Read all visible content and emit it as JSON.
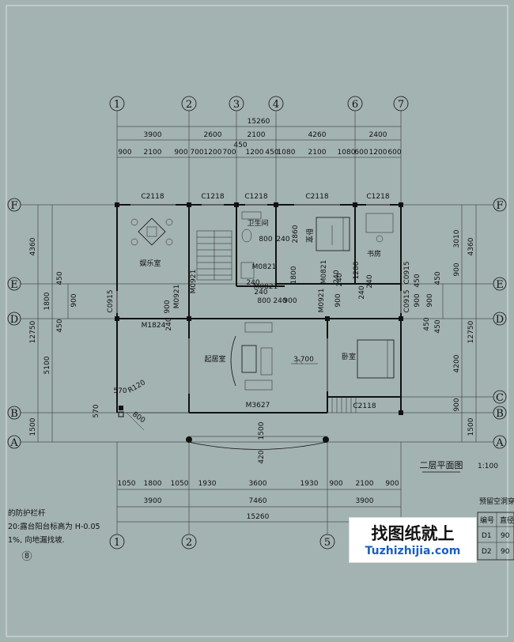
{
  "axes_top": [
    "1",
    "2",
    "3",
    "4",
    "6",
    "7"
  ],
  "axes_bottom": [
    "1",
    "2",
    "5"
  ],
  "axes_left": [
    "F",
    "E",
    "D",
    "C",
    "B",
    "A"
  ],
  "dims_top_total": "15260",
  "dims_top_row2": [
    "3900",
    "2600",
    "2100",
    "4260",
    "2400"
  ],
  "dim_top_450": "450",
  "dims_top_row3": [
    "900",
    "2100",
    "900",
    "700",
    "1200",
    "700",
    "1200",
    "450",
    "1080",
    "2100",
    "1080",
    "600",
    "1200",
    "600"
  ],
  "windows_top": [
    "C2118",
    "C1218",
    "C1218",
    "C2118",
    "C1218"
  ],
  "dims_left_outer": [
    "4360",
    "12750",
    "1500"
  ],
  "dims_left_inner": [
    "450",
    "1800",
    "450",
    "5100"
  ],
  "dims_left_900": "900",
  "dims_right_outer": [
    "4360",
    "12750",
    "1500"
  ],
  "dims_right_inner": [
    "3010",
    "450",
    "900",
    "450",
    "4200",
    "900"
  ],
  "dims_right_900": "900",
  "rooms": {
    "entertainment": "娱乐室",
    "bathroom": "卫生间",
    "bedroom1": "卧室",
    "study": "书房",
    "living": "起居室",
    "bedroom2": "卧室"
  },
  "doors": [
    "M0921",
    "M0821",
    "M0821",
    "M0821",
    "M0921",
    "M0921",
    "M1824",
    "M3627",
    "C0915",
    "C0915",
    "C0915",
    "C2118"
  ],
  "inner_dims": [
    "800",
    "240",
    "2860",
    "1800",
    "240",
    "1200",
    "800",
    "240",
    "900",
    "900",
    "240",
    "900",
    "450",
    "240",
    "240",
    "240",
    "450",
    "570",
    "570",
    "900",
    "240",
    "240"
  ],
  "radius_label": "R120",
  "dim_800": "800",
  "elevation": "3.700",
  "bottom_420": "420",
  "bottom_1500": "1500",
  "dims_bottom_row1": [
    "1050",
    "1800",
    "1050",
    "1930",
    "3600",
    "1930",
    "900",
    "2100",
    "900"
  ],
  "dims_bottom_row2": [
    "3900",
    "7460",
    "3900"
  ],
  "dims_bottom_total": "15260",
  "title": "二层平面图",
  "scale": "1:100",
  "notes": [
    "的防护栏杆",
    "20:露台阳台标高为 H-0.05",
    "1%, 向地漏找坡.",
    "8"
  ],
  "door_table": {
    "title": "预留空洞穿",
    "headers": [
      "编号",
      "直径"
    ],
    "rows": [
      [
        "D1",
        "90"
      ],
      [
        "D2",
        "90"
      ]
    ]
  },
  "watermark_cn": "找图纸就上",
  "watermark_en": "Tuzhizhijia.com"
}
